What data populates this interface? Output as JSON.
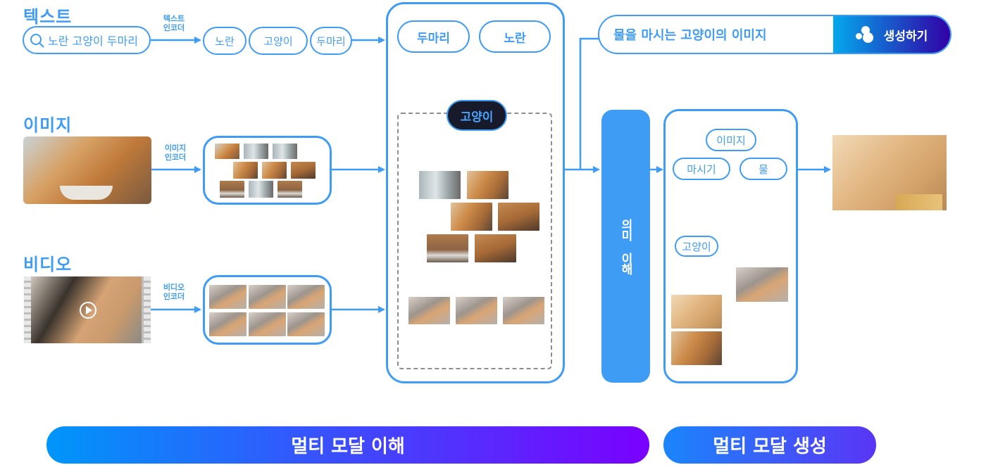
{
  "sections": {
    "text": {
      "title": "텍스트",
      "encoder": [
        "텍스트",
        "인코더"
      ]
    },
    "image": {
      "title": "이미지",
      "encoder": [
        "이미지",
        "인코더"
      ]
    },
    "video": {
      "title": "비디오",
      "encoder": [
        "비디오",
        "인코더"
      ]
    }
  },
  "text_input": {
    "icon": "search-icon",
    "value": "노란 고양이 두마리"
  },
  "tokens": [
    "노란",
    "고양이",
    "두마리"
  ],
  "fusion": {
    "top_tokens": [
      "두마리",
      "노란"
    ],
    "center_token": "고양이"
  },
  "prompt": {
    "value": "물을 마시는 고양이의 이미지",
    "generate_icon": "bubbles-icon",
    "generate_label": "생성하기"
  },
  "semantic": {
    "label": "의미 이해"
  },
  "concepts": {
    "top": "이미지",
    "action": "마시기",
    "object": "물",
    "subject": "고양이"
  },
  "footer": {
    "understanding": "멀티 모달 이해",
    "generation": "멀티 모달 생성"
  },
  "colors": {
    "accent": "#3f9cf5",
    "dark_token": "#161a2b",
    "generate_gradient_start": "#03a9ec",
    "generate_gradient_end": "#3100a6",
    "footer_gradient_start": "#0096fa",
    "footer_gradient_end": "#7a00ff"
  }
}
